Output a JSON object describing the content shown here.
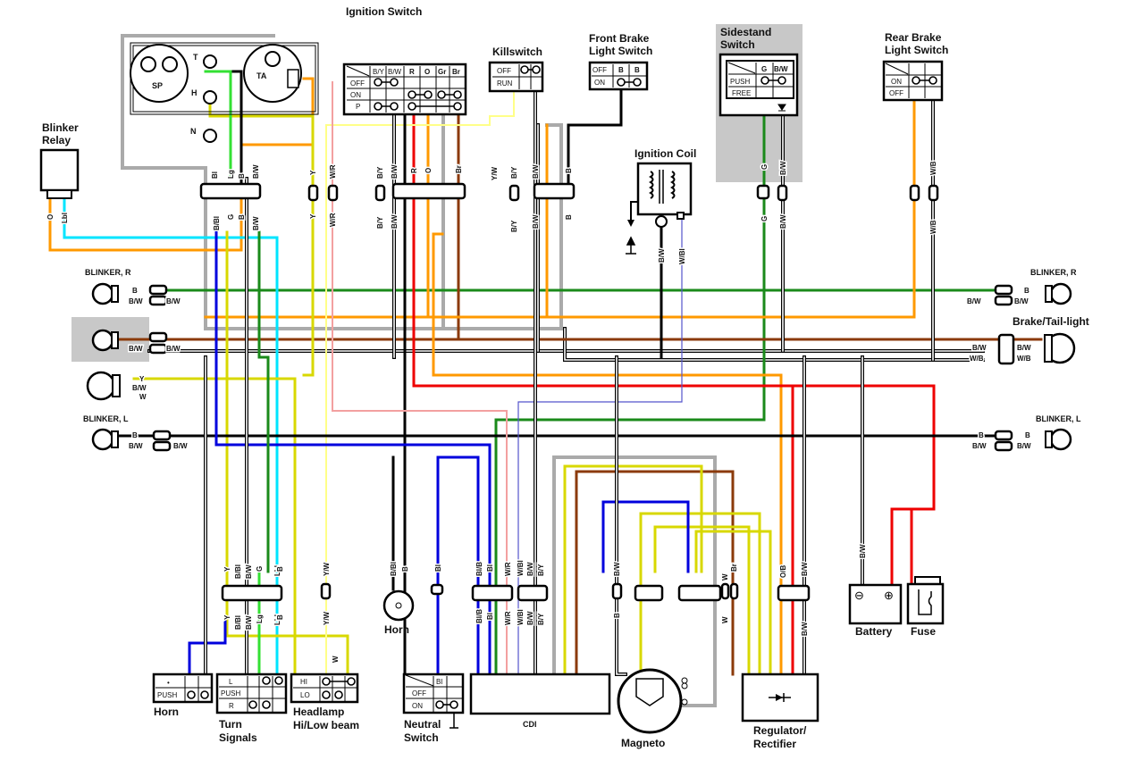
{
  "diagram": {
    "colors": {
      "B": "#000000",
      "BW": "#000000",
      "G": "#1a8a1a",
      "Lg": "#33e033",
      "Y": "#d8d800",
      "O": "#ff9900",
      "R": "#ee0000",
      "Br": "#8b3a0a",
      "Bl": "#0000dd",
      "Lbl": "#00e5ff",
      "Gr": "#aaaaaa",
      "WR": "#f3a0a0",
      "YW": "#ffff88",
      "shade": "#c8c8c8"
    },
    "components": {
      "ignition_switch": {
        "title": "Ignition Switch",
        "columns": [
          "B/Y",
          "B/W",
          "R",
          "O",
          "Gr",
          "Br"
        ],
        "rows": [
          "OFF",
          "ON",
          "P"
        ]
      },
      "killswitch": {
        "title": "Killswitch",
        "rows": [
          "OFF",
          "RUN"
        ]
      },
      "front_brake": {
        "title_line1": "Front Brake",
        "title_line2": "Light Switch",
        "columns": [
          "B",
          "B"
        ],
        "rows": [
          "OFF",
          "ON"
        ]
      },
      "sidestand": {
        "title_line1": "Sidestand",
        "title_line2": "Switch",
        "columns": [
          "G",
          "B/W"
        ],
        "rows": [
          "PUSH",
          "FREE"
        ]
      },
      "rear_brake": {
        "title_line1": "Rear Brake",
        "title_line2": "Light Switch",
        "rows": [
          "ON",
          "OFF"
        ]
      },
      "ignition_coil": {
        "title": "Ignition Coil"
      },
      "blinker_relay": {
        "title_line1": "Blinker",
        "title_line2": "Relay"
      },
      "gauges": {
        "sp": "SP",
        "ta": "TA",
        "t": "T",
        "h": "H",
        "n": "N"
      },
      "blinker_r_front": {
        "label": "BLINKER, R"
      },
      "blinker_l_front": {
        "label": "BLINKER, L"
      },
      "blinker_r_rear": {
        "label": "BLINKER, R"
      },
      "blinker_l_rear": {
        "label": "BLINKER, L"
      },
      "brake_tail": {
        "label": "Brake/Tail-light"
      },
      "horn": {
        "label": "Horn"
      },
      "horn_switch": {
        "label": "Horn",
        "rows": [
          "•",
          "PUSH"
        ]
      },
      "turn_signals": {
        "label_line1": "Turn",
        "label_line2": "Signals",
        "rows": [
          "L",
          "PUSH",
          "R"
        ]
      },
      "headlamp": {
        "label_line1": "Headlamp",
        "label_line2": "Hi/Low beam",
        "rows": [
          "HI",
          "LO"
        ]
      },
      "neutral_switch": {
        "label_line1": "Neutral",
        "label_line2": "Switch",
        "columns": [
          "Bl"
        ],
        "rows": [
          "OFF",
          "ON"
        ]
      },
      "cdi": {
        "label": "CDI"
      },
      "magneto": {
        "label": "Magneto"
      },
      "regulator": {
        "label_line1": "Regulator/",
        "label_line2": "Rectifier"
      },
      "battery": {
        "label": "Battery",
        "neg": "⊖",
        "pos": "⊕"
      },
      "fuse": {
        "label": "Fuse"
      }
    },
    "wire_labels": {
      "b": "B",
      "bw": "B/W",
      "y": "Y",
      "w": "W",
      "wb": "W/B",
      "bl": "Bl",
      "bb": "B/Bl",
      "blb": "Bl/B",
      "lg": "Lg",
      "lbl": "Lbl",
      "g": "G",
      "o": "O",
      "r": "R",
      "gr": "Gr",
      "br": "Br",
      "by": "B/Y",
      "wr": "W/R",
      "yw": "Y/W",
      "wbl": "W/Bl",
      "ob": "O/B"
    }
  }
}
